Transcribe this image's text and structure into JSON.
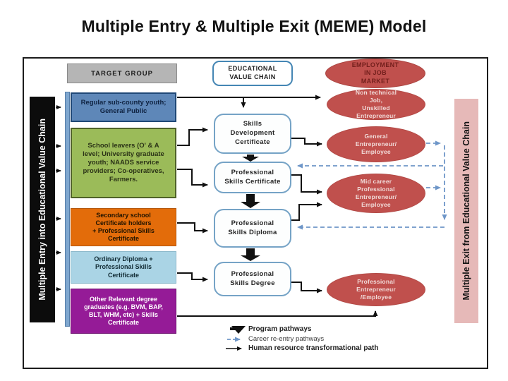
{
  "title": "Multiple Entry & Multiple Exit (MEME) Model",
  "header_row": {
    "target_group": "TARGET GROUP",
    "educational_value_chain": "EDUCATIONAL\nVALUE CHAIN",
    "employment": "EMPLOYMENT\nIN JOB\nMARKET"
  },
  "side_bars": {
    "entry": "Multiple Entry into Educational Value Chain",
    "exit": "Multiple Exit from Educational Value Chain"
  },
  "target_groups": [
    {
      "label": "Regular sub-county youth;\nGeneral Public"
    },
    {
      "label": "School leavers (O' & A\nlevel; University graduate\nyouth; NAADS service\nproviders; Co-operatives,\nFarmers."
    },
    {
      "label": "Secondary school\nCertificate holders\n+ Professional  Skills\nCertificate"
    },
    {
      "label": "Ordinary Diploma +\nProfessional Skills\nCertificate"
    },
    {
      "label": "Other Relevant degree\ngraduates (e.g. BVM, BAP,\nBLT, WHM, etc) + Skills\nCertificate"
    }
  ],
  "certificates": [
    {
      "label": "Skills\nDevelopment\nCertificate"
    },
    {
      "label": "Professional\nSkills Certificate"
    },
    {
      "label": "Professional\nSkills  Diploma"
    },
    {
      "label": "Professional\nSkills  Degree"
    }
  ],
  "job_market_outcomes": [
    {
      "label": "Non technical\nJob,\nUnskilled\nEntrepreneur"
    },
    {
      "label": "General\nEntrepreneur/\nEmployee"
    },
    {
      "label": "Mid career\nProfessional\nEntrepreneur/\nEmployee"
    },
    {
      "label": "Professional\nEntrepreneur\n/Employee"
    }
  ],
  "legend": {
    "items": [
      {
        "label": "Program pathways"
      },
      {
        "label": "Career re-entry pathways"
      },
      {
        "label": "Human resource transformational path"
      }
    ]
  },
  "colors": {
    "outcome_red": "#c0504d",
    "entry_bar_black": "#0c0c0c",
    "exit_bar_pink": "#e6b9b8",
    "target_blue": "#5e87b8",
    "target_green": "#9bbb59",
    "target_orange": "#e36c0a",
    "target_lightblue": "#aad4e5",
    "target_purple": "#951b97",
    "reentry_dash_blue": "#6e96c8"
  }
}
